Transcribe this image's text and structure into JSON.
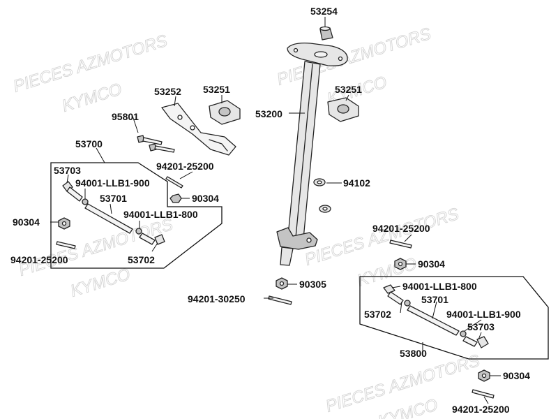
{
  "watermarks": [
    "PIECES AZMOTORS",
    "KYMCO",
    "PIECES AZMOTORS",
    "KYMCO",
    "PIECES AZMOTORS",
    "KYMCO",
    "PIECES AZMOTORS",
    "KYMCO",
    "PIECES AZMOTORS",
    "KYMCO"
  ],
  "labels": {
    "p53254": "53254",
    "p53252": "53252",
    "p53251a": "53251",
    "p53251b": "53251",
    "p53200": "53200",
    "p95801": "95801",
    "p53700": "53700",
    "p53703a": "53703",
    "p94001a": "94001-LLB1-900",
    "p53701a": "53701",
    "p94001b": "94001-LLB1-800",
    "p53702a": "53702",
    "p94201a": "94201-25200",
    "p90304a": "90304",
    "p90304b": "90304",
    "p94201b": "94201-25200",
    "p94102": "94102",
    "p94201c": "94201-25200",
    "p90304c": "90304",
    "p90305": "90305",
    "p94201d": "94201-30250",
    "p94001c": "94001-LLB1-800",
    "p53701b": "53701",
    "p53702b": "53702",
    "p94001d": "94001-LLB1-900",
    "p53703b": "53703",
    "p53800": "53800",
    "p90304d": "90304",
    "p94201e": "94201-25200"
  }
}
